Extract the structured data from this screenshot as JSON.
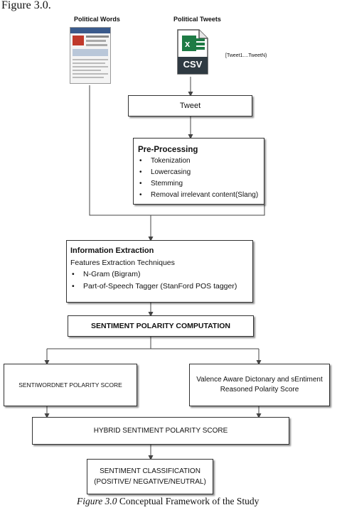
{
  "figure_heading": "Figure 3.0.",
  "sources": {
    "words_label": "Political Words",
    "tweets_label": "Political Tweets",
    "csv_icon_text": "CSV",
    "tweets_range": "[Tweet1....TweetN)"
  },
  "tweet_box": "Tweet",
  "preprocessing": {
    "title": "Pre-Processing",
    "items": [
      "Tokenization",
      "Lowercasing",
      "Stemming",
      "Removal irrelevant content(Slang)"
    ]
  },
  "information_extraction": {
    "title": "Information Extraction",
    "subtitle": "Features Extraction Techniques",
    "items": [
      "N-Gram (Bigram)",
      "Part-of-Speech Tagger (StanFord POS tagger)"
    ]
  },
  "sentiment_polarity": "SENTIMENT POLARITY COMPUTATION",
  "sentiwordnet": "SENTIWORDNET POLARITY SCORE",
  "vader": "Valence Aware Dictonary and sEntiment Reasoned Polarity Score",
  "hybrid": "HYBRID SENTIMENT POLARITY SCORE",
  "classification": "SENTIMENT CLASSIFICATION (POSITIVE/ NEGATIVE/NEUTRAL)",
  "caption": {
    "label": "Figure 3.0",
    "text": " Conceptual Framework of the Study"
  },
  "colors": {
    "csv_green": "#1e7b45",
    "csv_dark": "#2f3a42",
    "arrow": "#444444"
  }
}
